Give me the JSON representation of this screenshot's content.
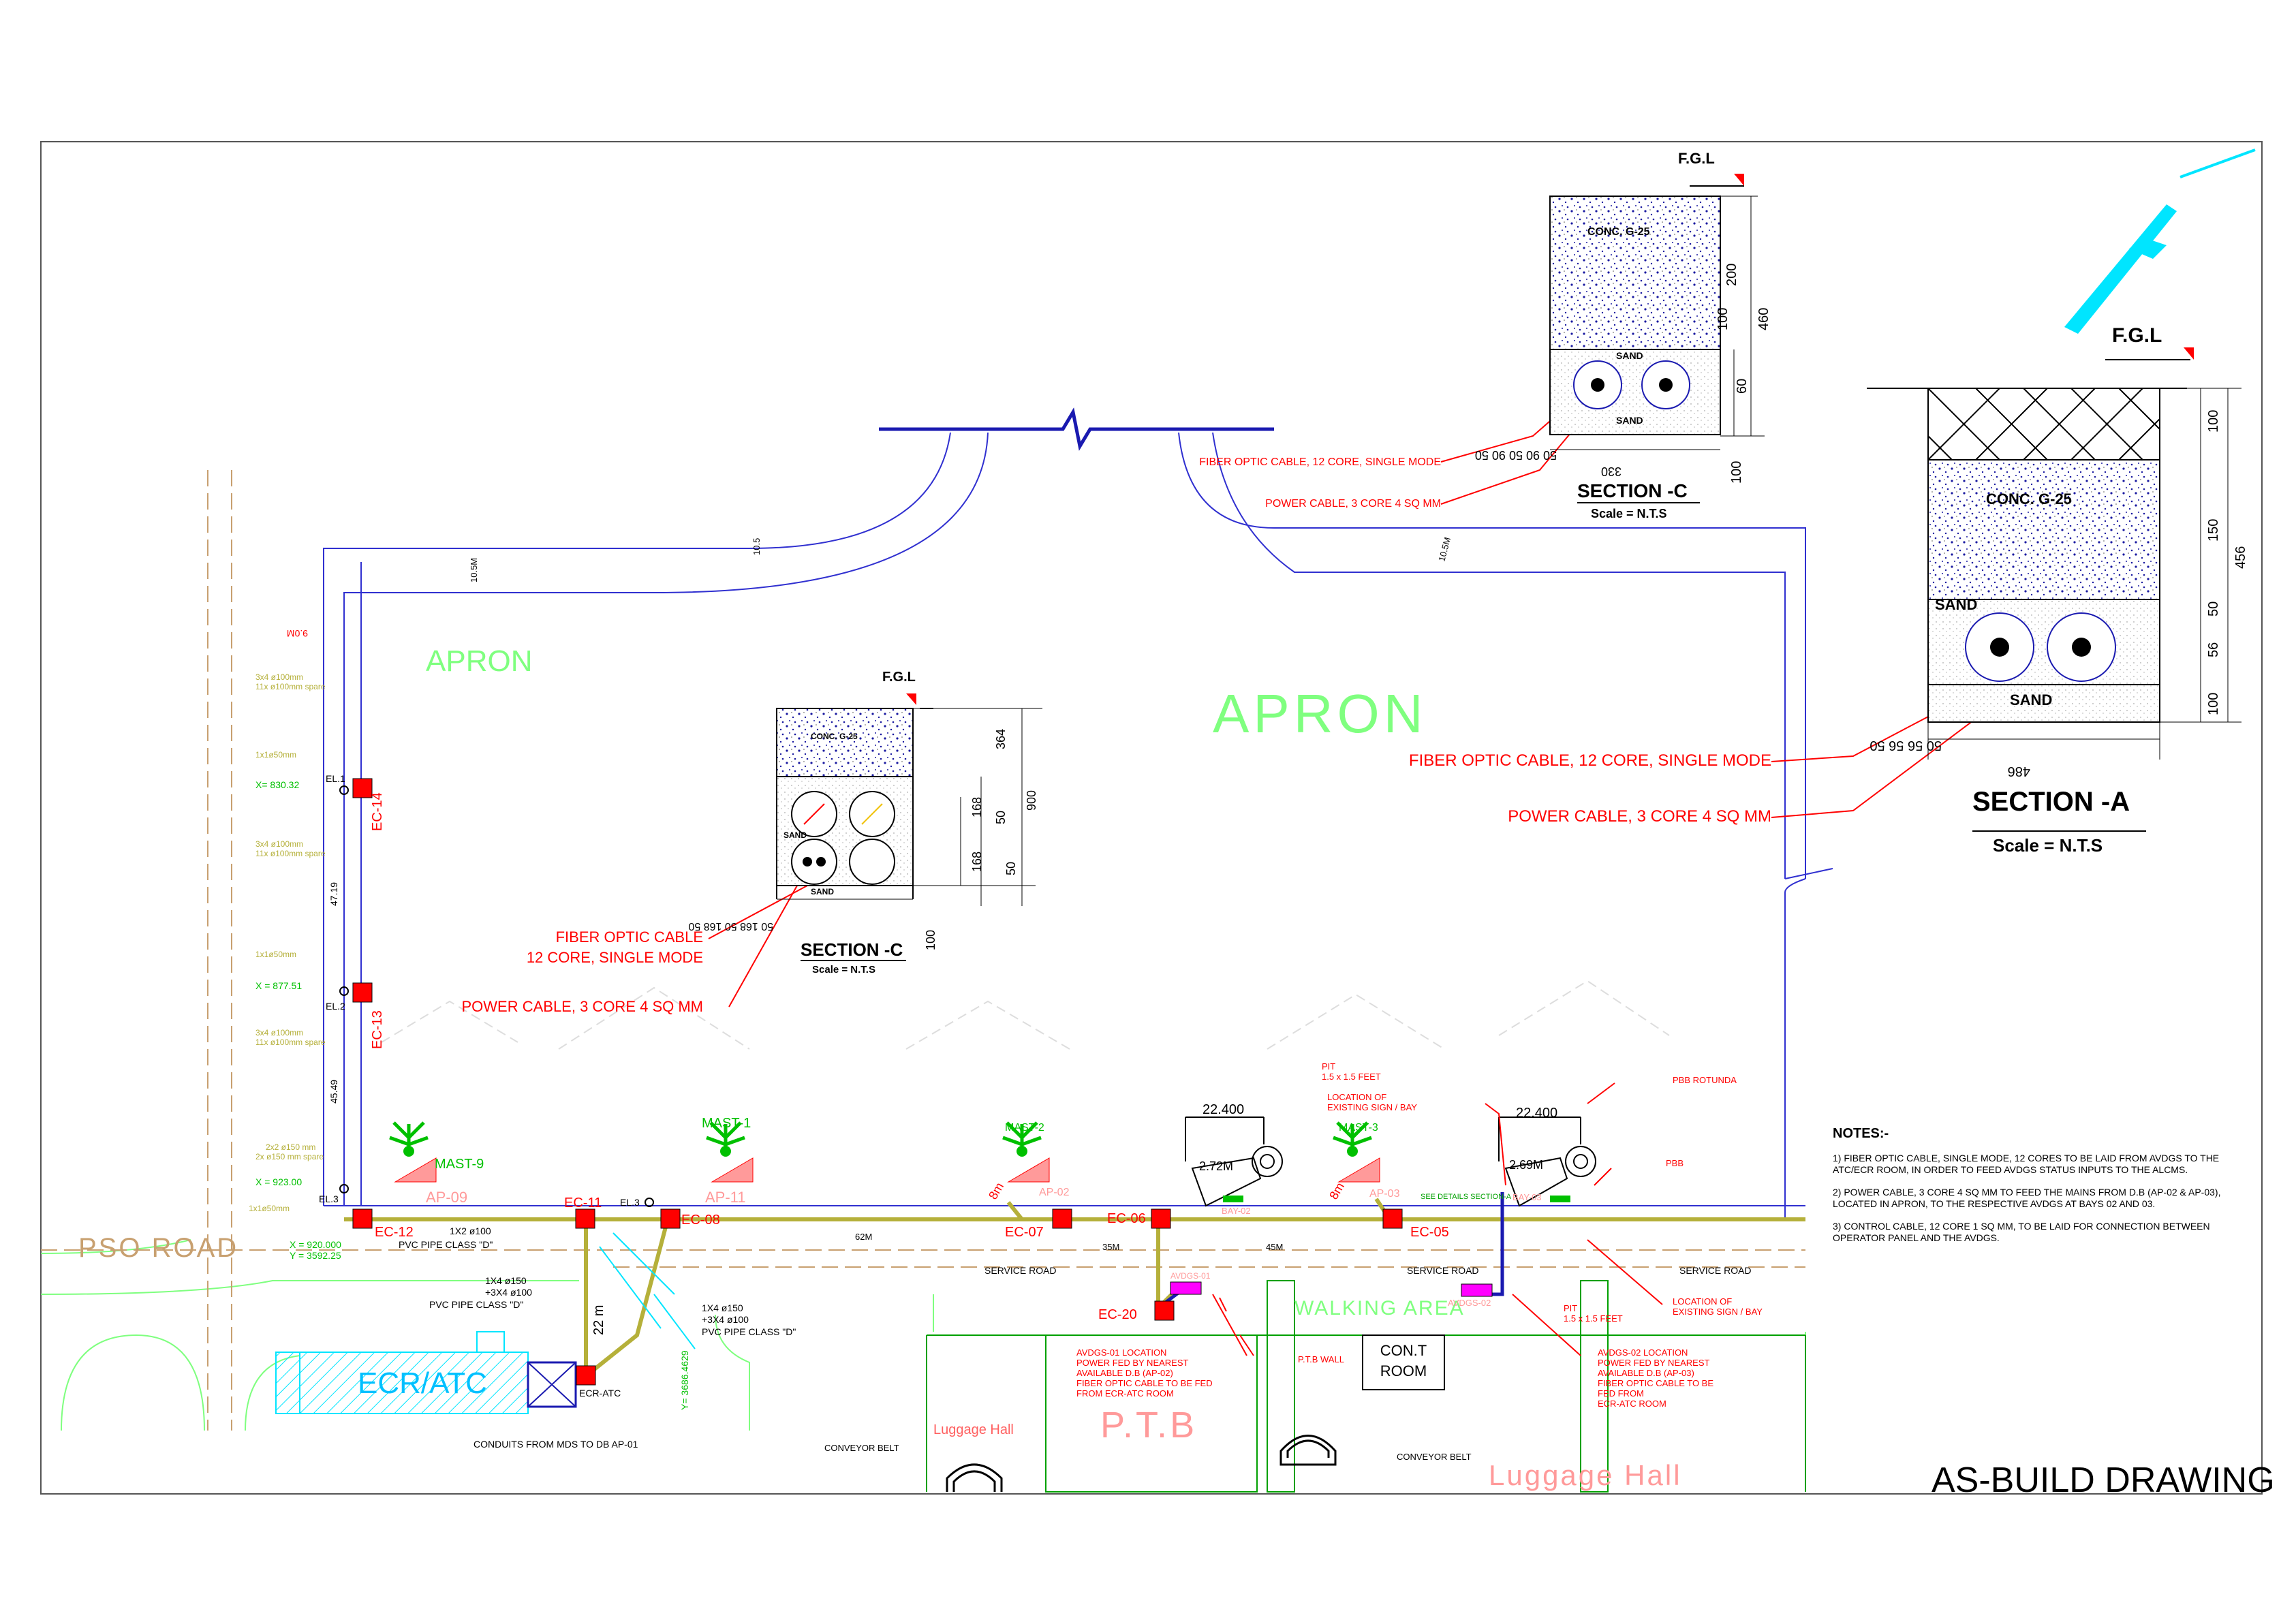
{
  "title": "AS-BUILD DRAWING",
  "colors": {
    "red": "#ff0000",
    "blue": "#0000ff",
    "green": "#7fff7f",
    "olive": "#b5b03a",
    "magenta": "#ff00ff",
    "cyan": "#00e5ff",
    "salmon": "#ff9a9a",
    "tan": "#c8a070"
  },
  "labels": {
    "apron_left": "APRON",
    "apron_center": "APRON",
    "pso_road": "PSO ROAD",
    "ecr_atc": "ECR/ATC",
    "walking_area": "WALKING AREA",
    "ptb": "P.T.B",
    "luggage_hall_small": "Luggage Hall",
    "luggage_hall_large": "Luggage  Hall",
    "cont_room_line1": "CON.T",
    "cont_room_line2": "ROOM",
    "service_road_1": "SERVICE ROAD",
    "service_road_2": "SERVICE ROAD",
    "service_road_3": "SERVICE ROAD",
    "conduits": "CONDUITS FROM MDS TO DB AP-01",
    "conveyor_1": "CONVEYOR BELT",
    "conveyor_2": "CONVEYOR BELT",
    "ptb_wall": "P.T.B WALL",
    "pbb": "PBB",
    "pbb_rotunda": "PBB ROTUNDA",
    "pit_top_1": "PIT",
    "pit_top_2": "1.5 x 1.5 FEET",
    "loc_sign_top_1": "LOCATION OF",
    "loc_sign_top_2": "EXISTING SIGN / BAY",
    "loc_sign_bot_1": "LOCATION OF",
    "loc_sign_bot_2": "EXISTING SIGN / BAY",
    "pit_bot_1": "PIT",
    "pit_bot_2": "1.5 x 1.5 FEET",
    "see_details": "SEE DETAILS SECTION-A"
  },
  "masts": [
    {
      "label": "MAST-9"
    },
    {
      "label": "MAST-1"
    },
    {
      "label": "MAST-2"
    },
    {
      "label": "MAST-3"
    }
  ],
  "ap_labels": [
    "AP-09",
    "AP-11",
    "AP-02",
    "AP-03"
  ],
  "bay_labels": [
    "BAY-02",
    "BAY-03"
  ],
  "ec_labels": [
    "EC-14",
    "EC-13",
    "EC-12",
    "EC-11",
    "EC-08",
    "EC-07",
    "EC-06",
    "EC-05",
    "EC-20",
    "ECR-ATC"
  ],
  "el_labels": [
    "EL.1",
    "EL.2",
    "EL.3",
    "EL.3"
  ],
  "avdgs_labels": [
    "AVDGS-01",
    "AVDGS-02"
  ],
  "dimensions": {
    "d_10_5m_a": "10.5M",
    "d_10_5_b": "10.5",
    "d_10_5m_c": "10.5M",
    "d_47_19": "47.19",
    "d_45_49": "45.49",
    "d_9_0m": "9.0M",
    "d_22_m": "22 m",
    "d_62m": "62M",
    "d_35m": "35M",
    "d_45m": "45M",
    "d_22_400_a": "22.400",
    "d_22_400_b": "22.400",
    "d_2_72m": "2.72M",
    "d_2_69m": "2.69M",
    "d_8m_a": "8m",
    "d_8m_b": "8m"
  },
  "coords": {
    "x1": "X= 830.32",
    "x2": "X = 877.51",
    "x3": "X = 923.00",
    "x4": "X = 920.000",
    "y4": "Y = 3592.25",
    "y5": "Y= 3686.4629"
  },
  "pipe_notes": {
    "p1a": "3x4  ø100mm",
    "p1b": "11x  ø100mm  spare",
    "p2": "1x1ø50mm",
    "p3a": "3x4  ø100mm",
    "p3b": "11x  ø100mm  spare",
    "p4": "1x1ø50mm",
    "p5a": "3x4  ø100mm",
    "p5b": "11x  ø100mm  spare",
    "p6a": "2x2  ø150  mm",
    "p6b": "2x  ø150  mm  spare",
    "p7": "1x1ø50mm",
    "pvc1a": "1X2  ø100",
    "pvc1b": "PVC PIPE CLASS \"D\"",
    "pvc2a": "1X4  ø150",
    "pvc2b": "+3X4  ø100",
    "pvc2c": "PVC PIPE CLASS \"D\"",
    "pvc3a": "1X4  ø150",
    "pvc3b": "+3X4  ø100",
    "pvc3c": "PVC PIPE CLASS \"D\""
  },
  "section_c_mid": {
    "fgl": "F.G.L",
    "conc": "CONC. G-25",
    "sand_a": "SAND",
    "sand_b": "SAND",
    "title": "SECTION -C",
    "scale": "Scale = N.T.S",
    "fiber_1": "FIBER OPTIC CABLE",
    "fiber_2": "12 CORE, SINGLE MODE",
    "power": "POWER CABLE, 3 CORE 4 SQ MM",
    "dims": [
      "364",
      "168",
      "50",
      "900",
      "168",
      "50",
      "100"
    ],
    "bottom_dims": "50  168  50  168  50"
  },
  "section_c_top": {
    "fgl": "F.G.L",
    "conc": "CONC. G-25",
    "sand_a": "SAND",
    "sand_b": "SAND",
    "title": "SECTION -C",
    "scale": "Scale = N.T.S",
    "fiber": "FIBER OPTIC CABLE, 12 CORE, SINGLE MODE",
    "power": "POWER CABLE, 3 CORE 4 SQ MM",
    "dims": [
      "200",
      "460",
      "100",
      "60",
      "100"
    ],
    "bottom_dims": "50  90  50  90  50",
    "bottom_total": "330"
  },
  "section_a": {
    "fgl": "F.G.L",
    "conc": "CONC. G-25",
    "sand_a": "SAND",
    "sand_b": "SAND",
    "title": "SECTION -A",
    "scale": "Scale = N.T.S",
    "fiber": "FIBER OPTIC CABLE, 12 CORE, SINGLE MODE",
    "power": "POWER CABLE, 3 CORE 4 SQ MM",
    "dims": [
      "100",
      "150",
      "50",
      "56",
      "100",
      "456"
    ],
    "bottom_dims": "50    56    56    50",
    "bottom_total": "486"
  },
  "notes": {
    "heading": "NOTES:-",
    "n1a": "1) FIBER OPTIC CABLE, SINGLE MODE, 12 CORES TO BE LAID FROM AVDGS TO THE",
    "n1b": "ATC/ECR ROOM, IN ORDER TO FEED AVDGS STATUS INPUTS TO THE ALCMS.",
    "n2a": "2) POWER CABLE, 3 CORE 4 SQ MM TO FEED THE MAINS FROM D.B (AP-02 & AP-03),",
    "n2b": "LOCATED IN APRON, TO THE RESPECTIVE AVDGS AT BAYS 02 AND 03.",
    "n3a": "3) CONTROL CABLE, 12 CORE 1 SQ MM, TO BE LAID FOR CONNECTION BETWEEN",
    "n3b": "OPERATOR PANEL AND THE AVDGS."
  },
  "avdgs01_note": [
    "AVDGS-01 LOCATION",
    "POWER FED BY NEAREST",
    "AVAILABLE D.B (AP-02)",
    "FIBER OPTIC CABLE TO BE FED",
    "FROM ECR-ATC ROOM"
  ],
  "avdgs02_note": [
    "AVDGS-02 LOCATION",
    "POWER FED BY NEAREST",
    "AVAILABLE D.B (AP-03)",
    "FIBER OPTIC CABLE TO BE",
    "FED FROM",
    "ECR-ATC ROOM"
  ]
}
